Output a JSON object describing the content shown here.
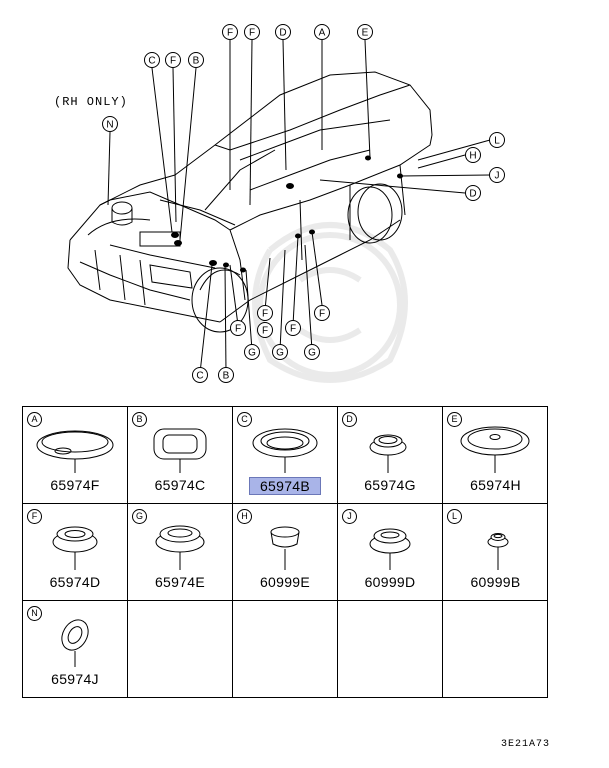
{
  "diagram": {
    "note": "(RH ONLY)",
    "callouts": [
      "F",
      "F",
      "D",
      "A",
      "E",
      "C",
      "F",
      "B",
      "N",
      "L",
      "H",
      "J",
      "D",
      "F",
      "F",
      "F",
      "G",
      "G",
      "G",
      "C",
      "B",
      "F",
      "F"
    ]
  },
  "parts": [
    {
      "letter": "A",
      "part": "65974F",
      "highlight": false
    },
    {
      "letter": "B",
      "part": "65974C",
      "highlight": false
    },
    {
      "letter": "C",
      "part": "65974B",
      "highlight": true
    },
    {
      "letter": "D",
      "part": "65974G",
      "highlight": false
    },
    {
      "letter": "E",
      "part": "65974H",
      "highlight": false
    },
    {
      "letter": "F",
      "part": "65974D",
      "highlight": false
    },
    {
      "letter": "G",
      "part": "65974E",
      "highlight": false
    },
    {
      "letter": "H",
      "part": "60999E",
      "highlight": false
    },
    {
      "letter": "J",
      "part": "60999D",
      "highlight": false
    },
    {
      "letter": "L",
      "part": "60999B",
      "highlight": false
    },
    {
      "letter": "N",
      "part": "65974J",
      "highlight": false
    }
  ],
  "drawing_code": "3E21A73",
  "colors": {
    "highlight": "#a9b4e8",
    "line": "#000000"
  }
}
